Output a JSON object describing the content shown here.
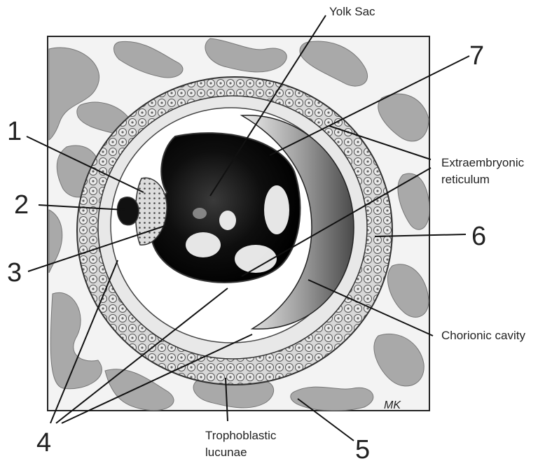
{
  "labels": {
    "yolk_sac": "Yolk Sac",
    "extraembryonic_line1": "Extraembryonic",
    "extraembryonic_line2": "reticulum",
    "chorionic_cavity": "Chorionic cavity",
    "trophoblastic_line1": "Trophoblastic",
    "trophoblastic_line2": "lucunae",
    "artist_signature": "MK"
  },
  "numbers": {
    "n1": "1",
    "n2": "2",
    "n3": "3",
    "n4": "4",
    "n5": "5",
    "n6": "6",
    "n7": "7"
  },
  "colors": {
    "tissue_gray": "#a9a9a9",
    "background": "#f3f3f3",
    "yolk_dark": "#111111",
    "leader_line": "#111111"
  }
}
